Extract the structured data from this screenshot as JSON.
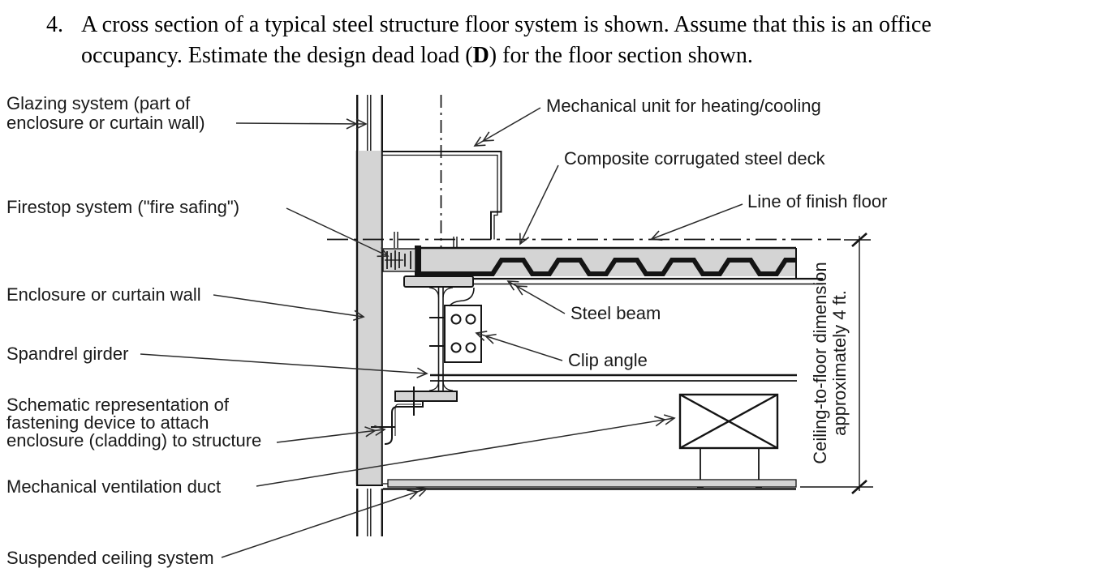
{
  "question": {
    "number": "4.",
    "line1": "A cross section of a typical steel structure floor system is shown. Assume that this is an office",
    "line2_before": "occupancy. Estimate the design dead load (",
    "line2_bold": "D",
    "line2_after": ") for the floor section shown."
  },
  "diagram": {
    "labels": {
      "glazing_1": "Glazing system (part of",
      "glazing_2": "enclosure or curtain wall)",
      "firestop": "Firestop system (\"fire safing\")",
      "enclosure": "Enclosure or curtain wall",
      "spandrel": "Spandrel girder",
      "schematic_1": "Schematic representation of",
      "schematic_2": "fastening device to attach",
      "schematic_3": "enclosure (cladding) to structure",
      "duct": "Mechanical ventilation duct",
      "ceiling": "Suspended ceiling system",
      "mech_unit": "Mechanical unit for heating/cooling",
      "deck": "Composite corrugated steel deck",
      "finish_floor": "Line of finish floor",
      "steel_beam": "Steel beam",
      "clip_angle": "Clip angle",
      "dimension_1": "Ceiling-to-floor dimension",
      "dimension_2": "approximately 4 ft."
    },
    "colors": {
      "fill_gray": "#d4d4d4",
      "line": "#141414"
    }
  }
}
